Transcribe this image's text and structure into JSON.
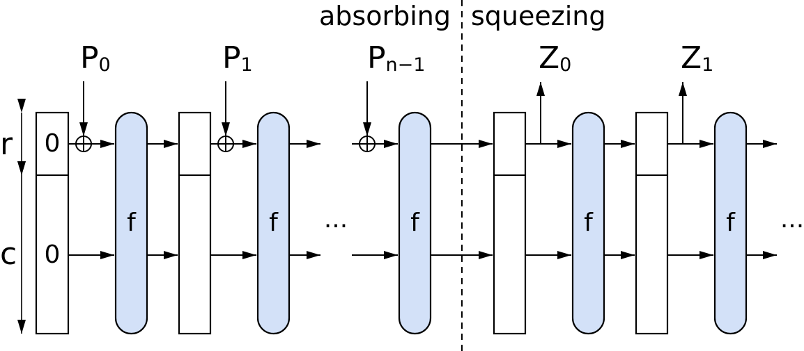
{
  "phases": {
    "absorbing": "absorbing",
    "squeezing": "squeezing"
  },
  "state_labels": {
    "rate": "r",
    "capacity": "c",
    "rate_init": "0",
    "capacity_init": "0"
  },
  "function_label": "f",
  "ellipsis": "···",
  "inputs": [
    {
      "base": "P",
      "sub": "0"
    },
    {
      "base": "P",
      "sub": "1"
    },
    {
      "base": "P",
      "sub": "n−1"
    }
  ],
  "outputs": [
    {
      "base": "Z",
      "sub": "0"
    },
    {
      "base": "Z",
      "sub": "1"
    }
  ],
  "colors": {
    "function_fill": "#d3e1f8",
    "stroke": "#000000"
  }
}
